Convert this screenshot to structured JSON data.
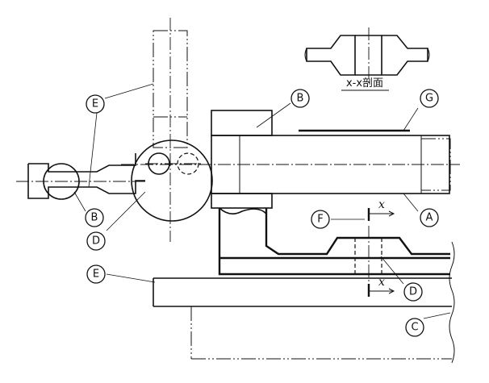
{
  "callouts": {
    "B_top": "B",
    "G": "G",
    "E_top": "E",
    "B_left": "B",
    "D_left": "D",
    "F": "F",
    "A": "A",
    "E_bottom": "E",
    "D_bottom": "D",
    "C": "C"
  },
  "section": {
    "title": "x-x剖面"
  },
  "cut_marks": {
    "top": "x",
    "bottom": "x"
  }
}
